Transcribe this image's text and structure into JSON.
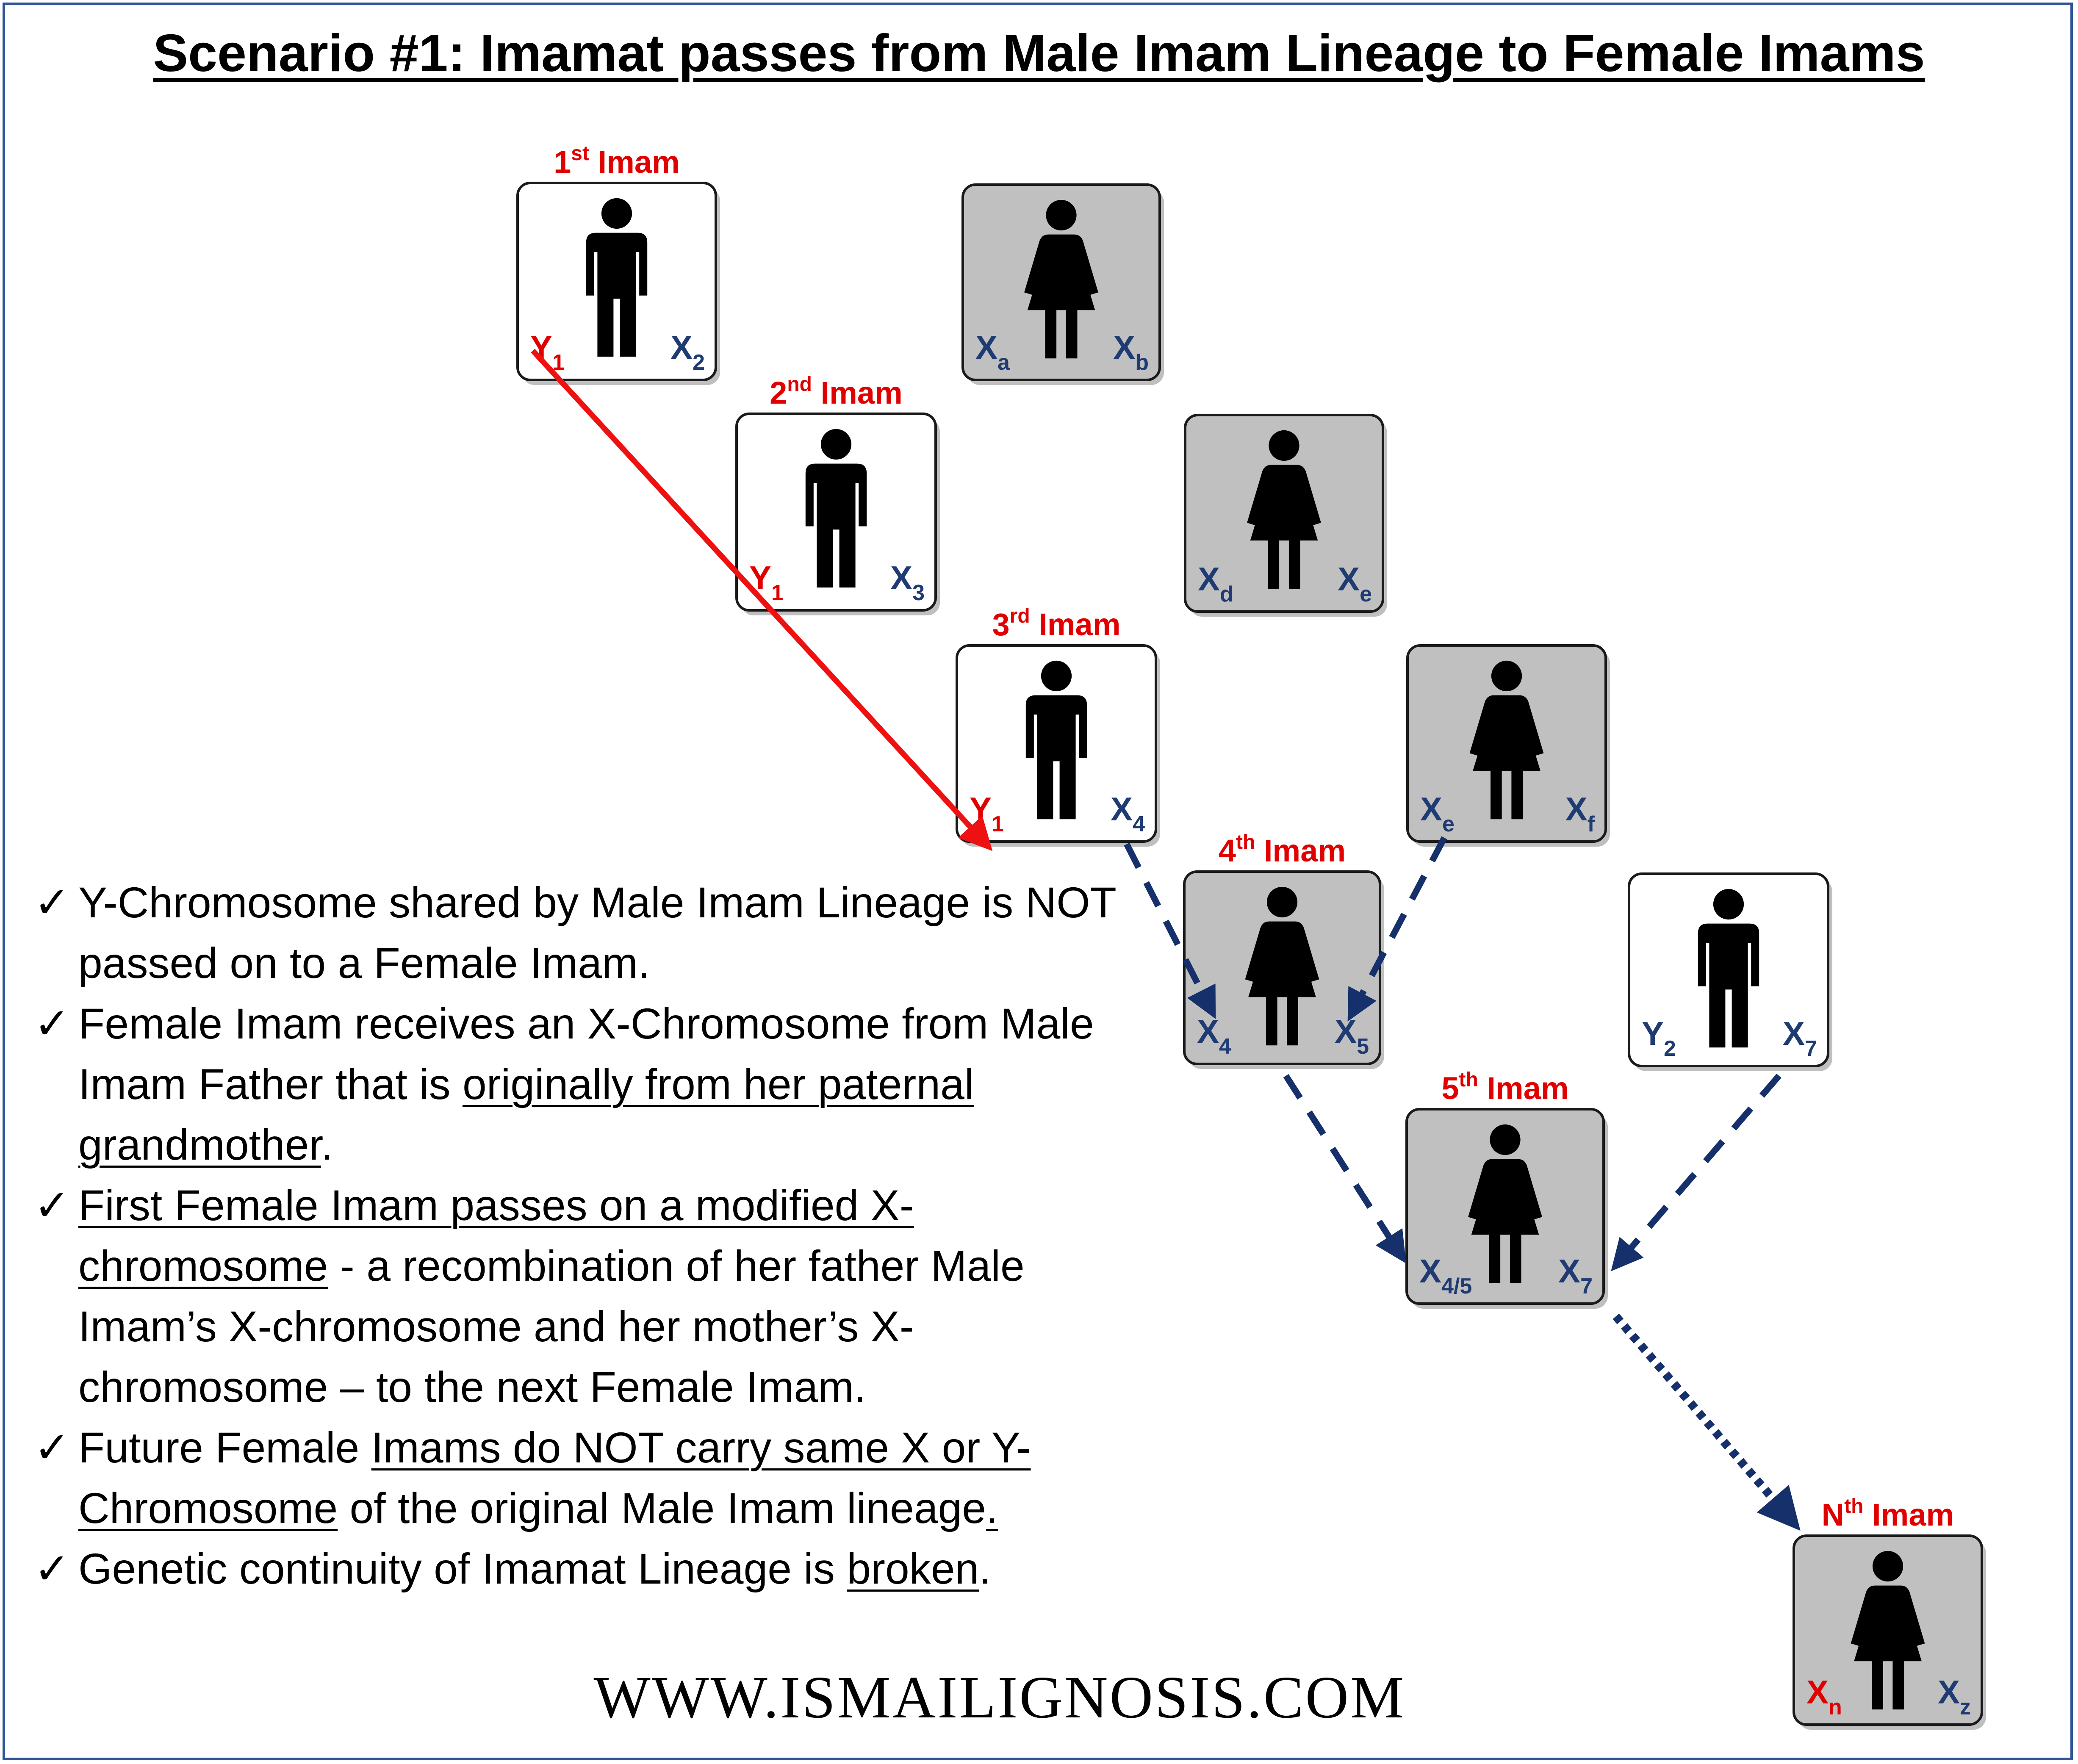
{
  "title": "Scenario #1: Imamat passes from Male Imam Lineage to Female Imams",
  "colors": {
    "imam_label": "#e00000",
    "y_chromosome": "#e00000",
    "x_chromosome": "#1f3b73",
    "female_box": "#c0c0c0",
    "male_box": "#ffffff",
    "frame": "#2f5597",
    "red_arrow": "#ee1111",
    "blue_arrow": "#15306a"
  },
  "nodes": [
    {
      "id": "imam1",
      "sex": "male",
      "label": {
        "prefix": "1",
        "sup": "st",
        "suffix": " Imam"
      },
      "left": {
        "base": "Y",
        "sub": "1",
        "color": "red"
      },
      "right": {
        "base": "X",
        "sub": "2",
        "color": "blue"
      },
      "icon": "male-person-icon"
    },
    {
      "id": "mother-a",
      "sex": "female",
      "label": null,
      "left": {
        "base": "X",
        "sub": "a",
        "color": "blue"
      },
      "right": {
        "base": "X",
        "sub": "b",
        "color": "blue"
      },
      "icon": "female-person-icon"
    },
    {
      "id": "imam2",
      "sex": "male",
      "label": {
        "prefix": "2",
        "sup": "nd",
        "suffix": " Imam"
      },
      "left": {
        "base": "Y",
        "sub": "1",
        "color": "red"
      },
      "right": {
        "base": "X",
        "sub": "3",
        "color": "blue"
      },
      "icon": "male-person-icon"
    },
    {
      "id": "mother-d",
      "sex": "female",
      "label": null,
      "left": {
        "base": "X",
        "sub": "d",
        "color": "blue"
      },
      "right": {
        "base": "X",
        "sub": "e",
        "color": "blue"
      },
      "icon": "female-person-icon"
    },
    {
      "id": "imam3",
      "sex": "male",
      "label": {
        "prefix": "3",
        "sup": "rd",
        "suffix": " Imam"
      },
      "left": {
        "base": "Y",
        "sub": "1",
        "color": "red"
      },
      "right": {
        "base": "X",
        "sub": "4",
        "color": "blue"
      },
      "icon": "male-person-icon"
    },
    {
      "id": "mother-e",
      "sex": "female",
      "label": null,
      "left": {
        "base": "X",
        "sub": "e",
        "color": "blue"
      },
      "right": {
        "base": "X",
        "sub": "f",
        "color": "blue"
      },
      "icon": "female-person-icon"
    },
    {
      "id": "imam4",
      "sex": "female",
      "label": {
        "prefix": "4",
        "sup": "th",
        "suffix": " Imam"
      },
      "left": {
        "base": "X",
        "sub": "4",
        "color": "blue"
      },
      "right": {
        "base": "X",
        "sub": "5",
        "color": "blue"
      },
      "icon": "female-person-icon"
    },
    {
      "id": "father-y2",
      "sex": "male",
      "label": null,
      "left": {
        "base": "Y",
        "sub": "2",
        "color": "blue"
      },
      "right": {
        "base": "X",
        "sub": "7",
        "color": "blue"
      },
      "icon": "male-person-icon"
    },
    {
      "id": "imam5",
      "sex": "female",
      "label": {
        "prefix": "5",
        "sup": "th",
        "suffix": " Imam"
      },
      "left": {
        "base": "X",
        "sub": "4/5",
        "color": "blue"
      },
      "right": {
        "base": "X",
        "sub": "7",
        "color": "blue"
      },
      "icon": "female-person-icon"
    },
    {
      "id": "imamN",
      "sex": "female",
      "label": {
        "prefix": "N",
        "sup": "th",
        "suffix": " Imam"
      },
      "left": {
        "base": "X",
        "sub": "n",
        "color": "red"
      },
      "right": {
        "base": "X",
        "sub": "z",
        "color": "blue"
      },
      "icon": "female-person-icon"
    }
  ],
  "bullets": [
    {
      "segments": [
        {
          "t": "Y-Chromosome shared by Male Imam Lineage is NOT passed on to a Female Imam."
        }
      ]
    },
    {
      "segments": [
        {
          "t": "Female Imam receives an X-Chromosome from Male Imam Father that is "
        },
        {
          "t": "originally from her paternal grandmother",
          "u": true
        },
        {
          "t": "."
        }
      ]
    },
    {
      "segments": [
        {
          "t": "First Female Imam passes on a modified X-chromosome",
          "u": true
        },
        {
          "t": " - a recombination of her father Male Imam’s X-chromosome and her mother’s X-chromosome – to the next Female Imam."
        }
      ]
    },
    {
      "segments": [
        {
          "t": "Future Female "
        },
        {
          "t": "Imams do NOT carry same X or Y-Chromosome",
          "u": true
        },
        {
          "t": " of the original Male Imam lineage"
        },
        {
          "t": ".",
          "u": true
        }
      ]
    },
    {
      "segments": [
        {
          "t": "Genetic continuity of Imamat Lineage is "
        },
        {
          "t": "broken",
          "u": true
        },
        {
          "t": "."
        }
      ]
    }
  ],
  "check_mark": "✓",
  "website": "WWW.ISMAILIGNOSIS.COM"
}
